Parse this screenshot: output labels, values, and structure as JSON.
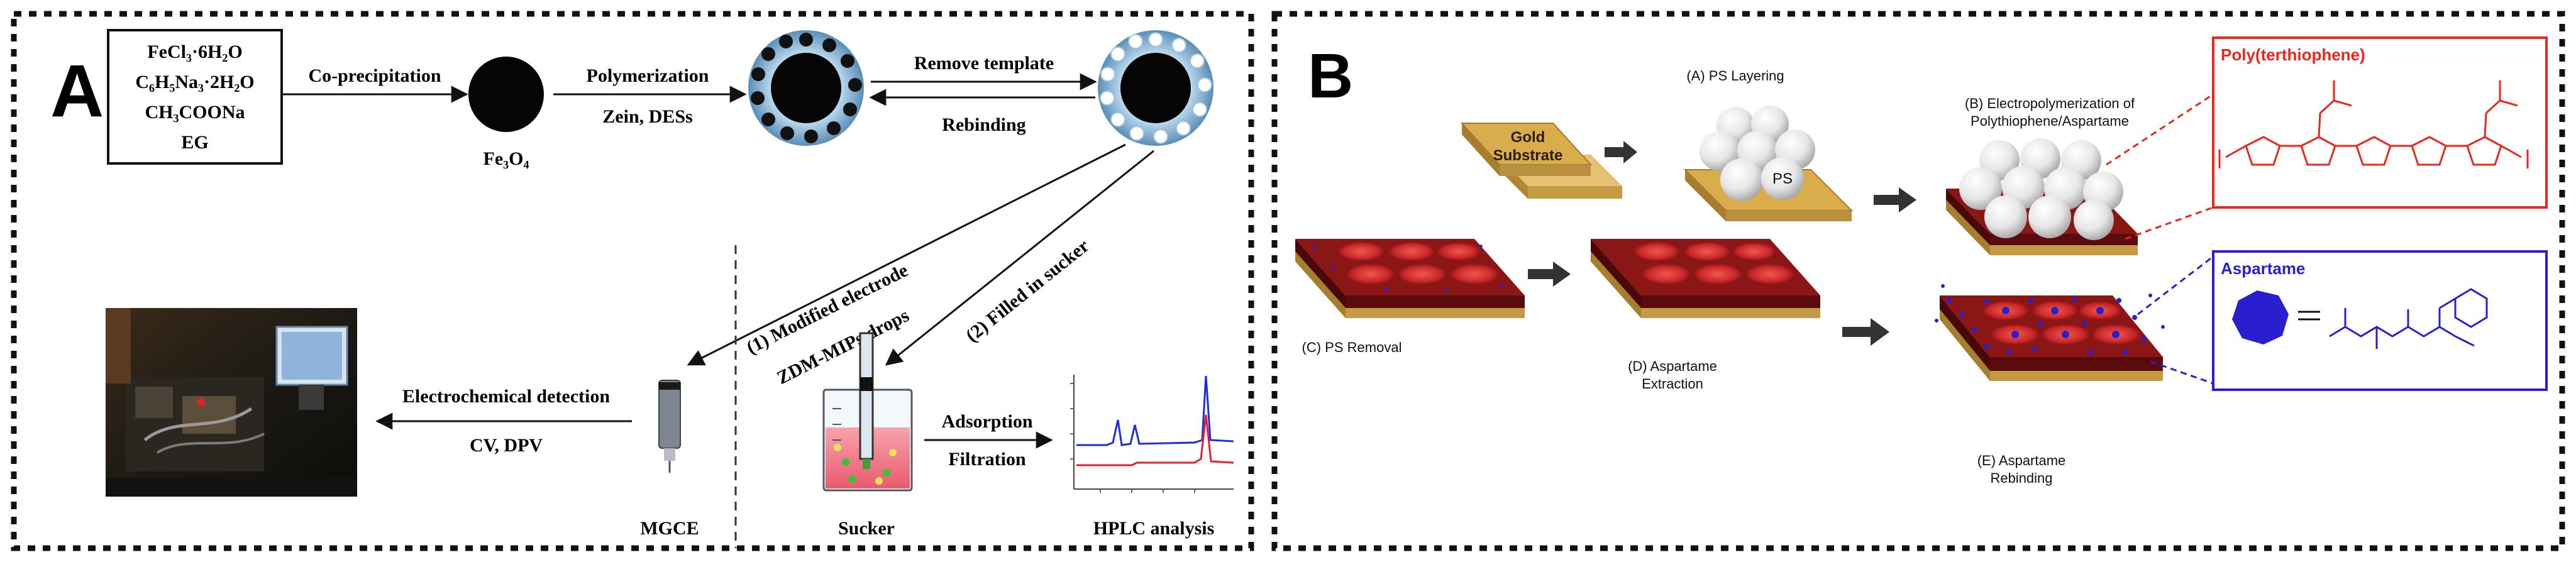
{
  "panelA": {
    "letter": "A",
    "reagents": [
      "FeCl₃·6H₂O",
      "C₆H₅Na₃·2H₂O",
      "CH₃COONa",
      "EG"
    ],
    "step1": "Co-precipitation",
    "fe3o4": "Fe₃O₄",
    "step2": "Polymerization",
    "step2_sub": "Zein, DESs",
    "remove": "Remove template",
    "rebind": "Rebinding",
    "path1_a": "(1) Modified electrode",
    "path1_b": "ZDM-MIPs drops",
    "path2": "(2) Filled in sucker",
    "detection": "Electrochemical detection",
    "detection_sub": "CV, DPV",
    "mgce": "MGCE",
    "adsorption": "Adsorption",
    "filtration": "Filtration",
    "sucker": "Sucker",
    "hplc": "HPLC analysis"
  },
  "panelB": {
    "letter": "B",
    "gold1": "Gold",
    "gold2": "Substrate",
    "stepA": "(A) PS Layering",
    "ps": "PS",
    "stepB1": "(B) Electropolymerization of",
    "stepB2": "Polythiophene/Aspartame",
    "poly": "Poly(terthiophene)",
    "aspartame": "Aspartame",
    "stepC": "(C) PS Removal",
    "stepD1": "(D) Aspartame",
    "stepD2": "Extraction",
    "stepE1": "(E) Aspartame",
    "stepE2": "Rebinding"
  },
  "colors": {
    "gold": "#d9ac4c",
    "red_film": "#8b1616",
    "poly_red": "#e8281e",
    "aspartame_blue": "#2a1fd0",
    "hplc_blue": "#1d2fd8",
    "hplc_red": "#e0203a"
  }
}
